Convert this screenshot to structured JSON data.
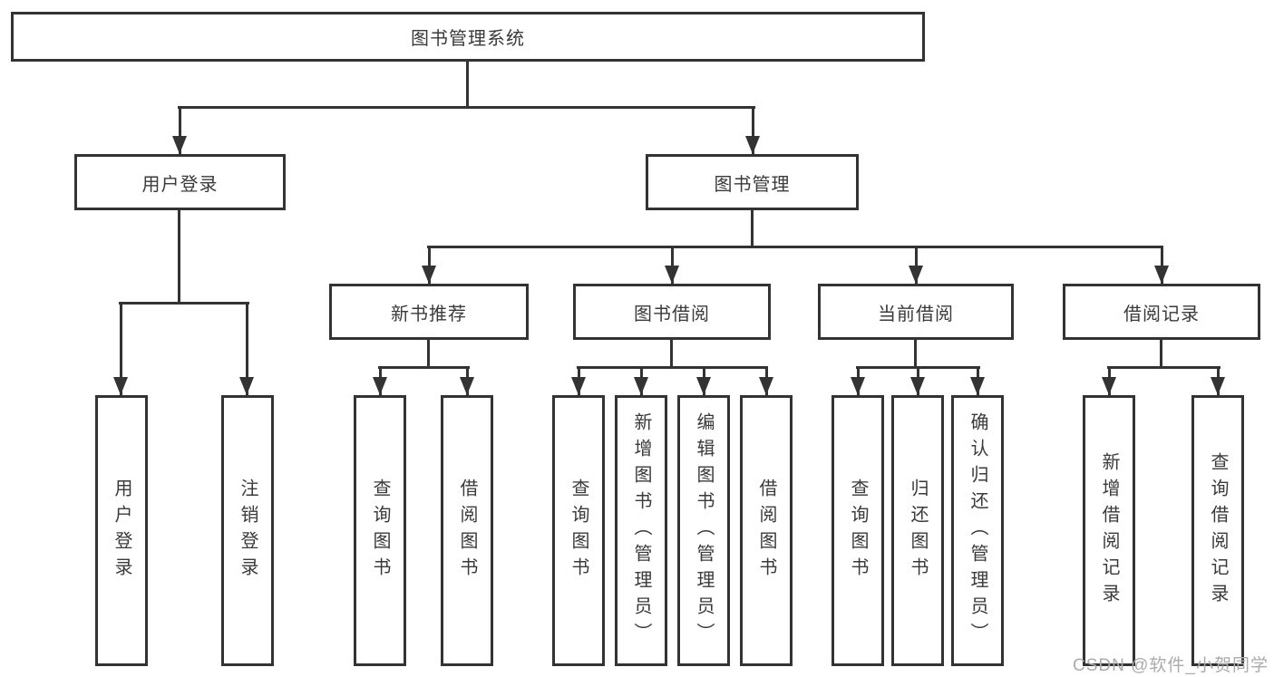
{
  "tree": {
    "root": {
      "label": "图书管理系统"
    },
    "branches": [
      {
        "label": "用户登录",
        "children": [
          {
            "label": "用户登录"
          },
          {
            "label": "注销登录"
          }
        ]
      },
      {
        "label": "图书管理",
        "children": [
          {
            "label": "新书推荐",
            "children": [
              {
                "label": "查询图书"
              },
              {
                "label": "借阅图书"
              }
            ]
          },
          {
            "label": "图书借阅",
            "children": [
              {
                "label": "查询图书"
              },
              {
                "label": "新增图书（管理员）"
              },
              {
                "label": "编辑图书（管理员）"
              },
              {
                "label": "借阅图书"
              }
            ]
          },
          {
            "label": "当前借阅",
            "children": [
              {
                "label": "查询图书"
              },
              {
                "label": "归还图书"
              },
              {
                "label": "确认归还（管理员）"
              }
            ]
          },
          {
            "label": "借阅记录",
            "children": [
              {
                "label": "新增借阅记录"
              },
              {
                "label": "查询借阅记录"
              }
            ]
          }
        ]
      }
    ]
  },
  "watermark": {
    "text": "CSDN @软件_小贺同学"
  },
  "colors": {
    "line": "#333333",
    "text": "#3a3a3a",
    "watermark": "#ababab",
    "background": "#ffffff"
  }
}
